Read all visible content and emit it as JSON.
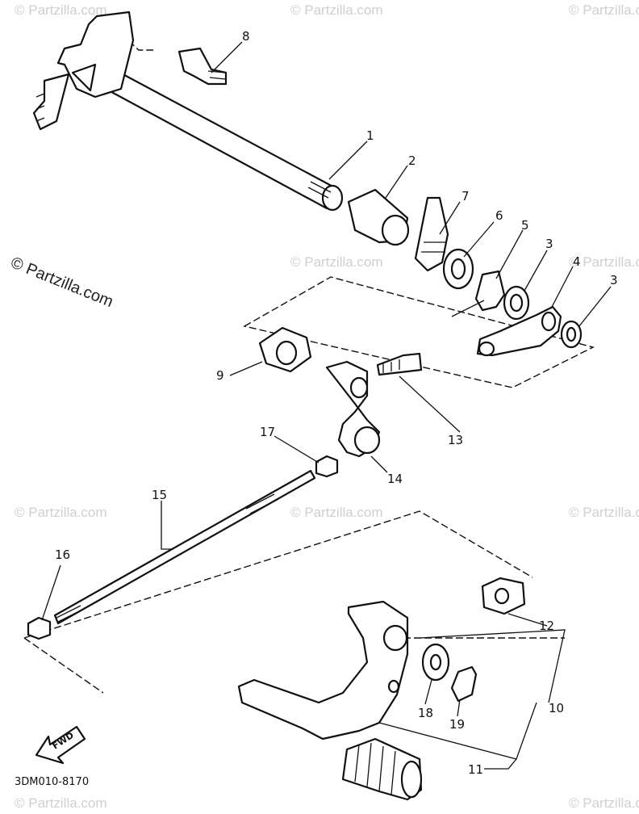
{
  "watermarks": {
    "main": "© Partzilla.com",
    "faint": "© Partzilla.com"
  },
  "diagram_code": "3DM010-8170",
  "fwd_label": "FWD",
  "callouts": [
    {
      "id": "1",
      "label": "1"
    },
    {
      "id": "2",
      "label": "2"
    },
    {
      "id": "3a",
      "label": "3"
    },
    {
      "id": "3b",
      "label": "3"
    },
    {
      "id": "4",
      "label": "4"
    },
    {
      "id": "5",
      "label": "5"
    },
    {
      "id": "6",
      "label": "6"
    },
    {
      "id": "7",
      "label": "7"
    },
    {
      "id": "8",
      "label": "8"
    },
    {
      "id": "9",
      "label": "9"
    },
    {
      "id": "10",
      "label": "10"
    },
    {
      "id": "11",
      "label": "11"
    },
    {
      "id": "12",
      "label": "12"
    },
    {
      "id": "13",
      "label": "13"
    },
    {
      "id": "14",
      "label": "14"
    },
    {
      "id": "15",
      "label": "15"
    },
    {
      "id": "16",
      "label": "16"
    },
    {
      "id": "17",
      "label": "17"
    },
    {
      "id": "18",
      "label": "18"
    },
    {
      "id": "19",
      "label": "19"
    }
  ]
}
